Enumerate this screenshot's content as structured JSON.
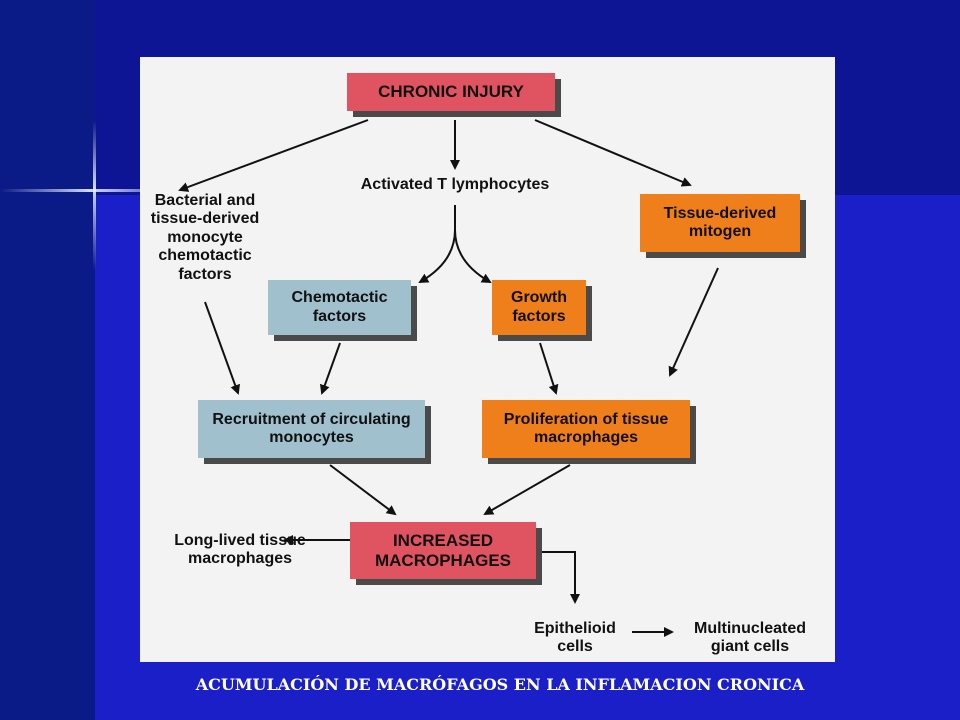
{
  "diagram": {
    "chronic_injury": "CHRONIC INJURY",
    "activated_t": "Activated T lymphocytes",
    "bacterial": "Bacterial and tissue-derived monocyte chemotactic factors",
    "tissue_mitogen": "Tissue-derived mitogen",
    "chemotactic": "Chemotactic factors",
    "growth": "Growth factors",
    "recruitment": "Recruitment of circulating monocytes",
    "proliferation": "Proliferation of tissue macrophages",
    "increased": "INCREASED MACROPHAGES",
    "long_lived": "Long-lived tissue macrophages",
    "epithelioid": "Epithelioid cells",
    "multinucleated": "Multinucleated giant cells"
  },
  "caption": "ACUMULACIÓN DE MACRÓFAGOS EN LA INFLAMACION CRONICA"
}
